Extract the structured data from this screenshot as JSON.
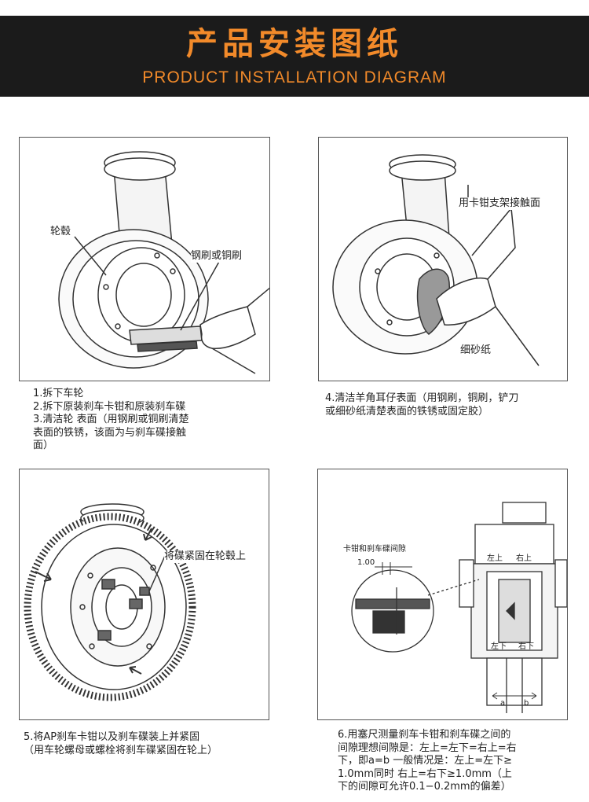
{
  "header": {
    "title": "产品安装图纸",
    "subtitle": "PRODUCT INSTALLATION DIAGRAM"
  },
  "steps": [
    {
      "labels": {
        "hub": "轮毂",
        "brush": "钢刷或铜刷"
      },
      "caption": [
        "1.拆下车轮",
        "2.拆下原装刹车卡钳和原装刹车碟",
        "3.清洁轮 表面（用钢刷或铜刷清楚",
        "表面的铁锈，该面为与刹车碟接触",
        "面）"
      ]
    },
    {
      "labels": {
        "mount": "用卡钳支架接触面",
        "sandpaper": "细砂纸"
      },
      "caption": [
        "4.清洁羊角耳仔表面（用钢刷，铜刷，铲刀",
        "或细砂纸清楚表面的铁锈或固定胶）"
      ]
    },
    {
      "labels": {
        "fasten": "将碟紧固在轮毂上"
      },
      "caption": [
        "5.将AP刹车卡钳以及刹车碟装上并紧固",
        "（用车轮螺母或螺栓将刹车碟紧固在轮上）"
      ]
    },
    {
      "labels": {
        "gap": "卡钳和刹车碟间隙",
        "gap_value": "1.00",
        "upper_left": "左上",
        "upper_right": "右上",
        "lower_left": "左下",
        "lower_right": "右下",
        "a": "a",
        "b": "b"
      },
      "caption": [
        "6.用塞尺测量刹车卡钳和刹车碟之间的",
        "间隙理想间隙是：左上=左下=右上=右",
        "下，即a=b 一般情况是：左上=左下≥",
        "1.0mm同时 右上=右下≥1.0mm（上",
        "下的间隙可允许0.1−0.2mm的偏差）"
      ]
    }
  ]
}
